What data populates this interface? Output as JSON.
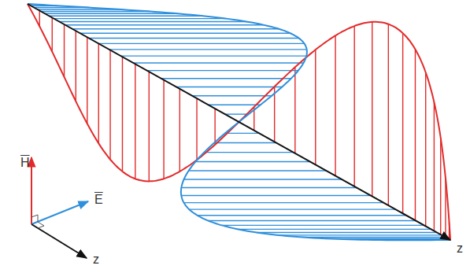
{
  "diagram": {
    "labels": [
      "H",
      "E",
      "z",
      "z"
    ]
  }
}
